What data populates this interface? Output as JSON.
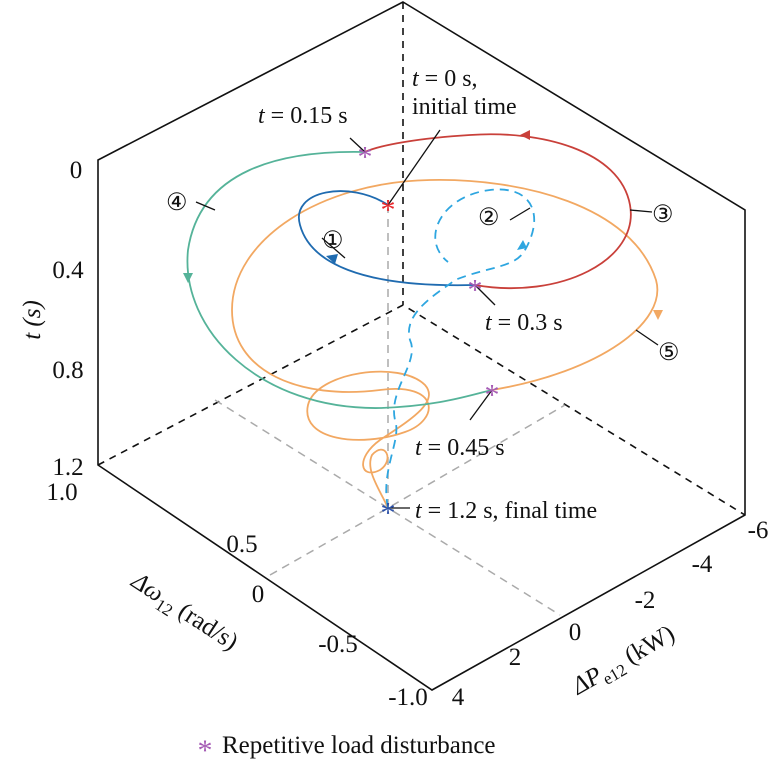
{
  "chart_data": {
    "type": "line3d",
    "title": "",
    "axes": {
      "t": {
        "label": "t (s)",
        "ticks": [
          "0",
          "0.4",
          "0.8",
          "1.2"
        ],
        "range": [
          0,
          1.2
        ],
        "direction": "downward"
      },
      "omega": {
        "label": "Δω",
        "label_sub": "12",
        "label_unit": "(rad/s)",
        "ticks": [
          "1.0",
          "0.5",
          "0",
          "-0.5",
          "-1.0"
        ],
        "range": [
          -1.0,
          1.0
        ]
      },
      "P": {
        "label": "ΔP",
        "label_sub": "e12",
        "label_unit": "(kW)",
        "ticks": [
          "4",
          "2",
          "0",
          "-2",
          "-4",
          "-6"
        ],
        "range": [
          -6,
          4
        ]
      }
    },
    "segments": [
      {
        "id": "1",
        "symbol": "①",
        "color": "#1f6bb0",
        "style": "solid"
      },
      {
        "id": "2",
        "symbol": "②",
        "color": "#2ea6e0",
        "style": "dashed"
      },
      {
        "id": "3",
        "symbol": "③",
        "color": "#c9403a",
        "style": "solid"
      },
      {
        "id": "4",
        "symbol": "④",
        "color": "#55b399",
        "style": "solid"
      },
      {
        "id": "5",
        "symbol": "⑤",
        "color": "#f2a862",
        "style": "solid"
      }
    ],
    "annotations": [
      {
        "t": "t",
        "rest": " = 0 s,",
        "line2": "initial time",
        "time": 0
      },
      {
        "t": "t",
        "rest": " = 0.15 s",
        "time": 0.15
      },
      {
        "t": "t",
        "rest": " = 0.3 s",
        "time": 0.3
      },
      {
        "t": "t",
        "rest": " = 0.45 s",
        "time": 0.45
      },
      {
        "t": "t",
        "rest": " = 1.2 s, final time",
        "time": 1.2
      }
    ],
    "marker_colors": {
      "initial": "#e8262a",
      "disturbance": "#a55bb5",
      "final": "#2a4fa8"
    },
    "legend": {
      "label": "Repetitive load disturbance",
      "position": "bottom",
      "marker": "*"
    }
  }
}
